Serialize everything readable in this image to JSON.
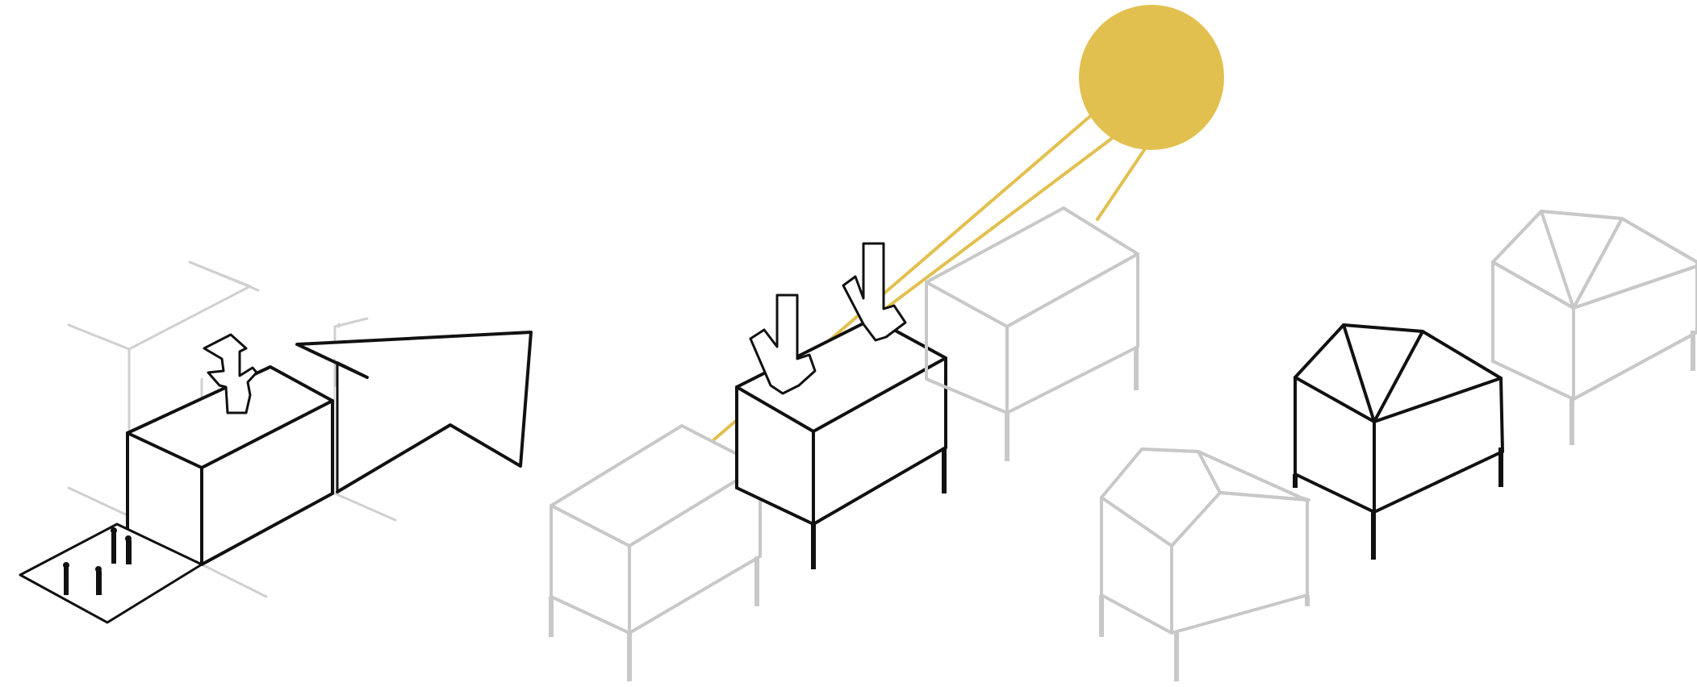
{
  "diagram": {
    "panels": [
      "ventilation-volume",
      "sun-daylighting",
      "pitched-roof-houses"
    ],
    "colors": {
      "ink": "#111111",
      "context": "#c8c8c8",
      "sun": "#e2c04f",
      "background": "#ffffff"
    },
    "icons": [
      "up-arrow-icon",
      "down-arrow-icon",
      "sun-icon",
      "person-icon"
    ]
  }
}
